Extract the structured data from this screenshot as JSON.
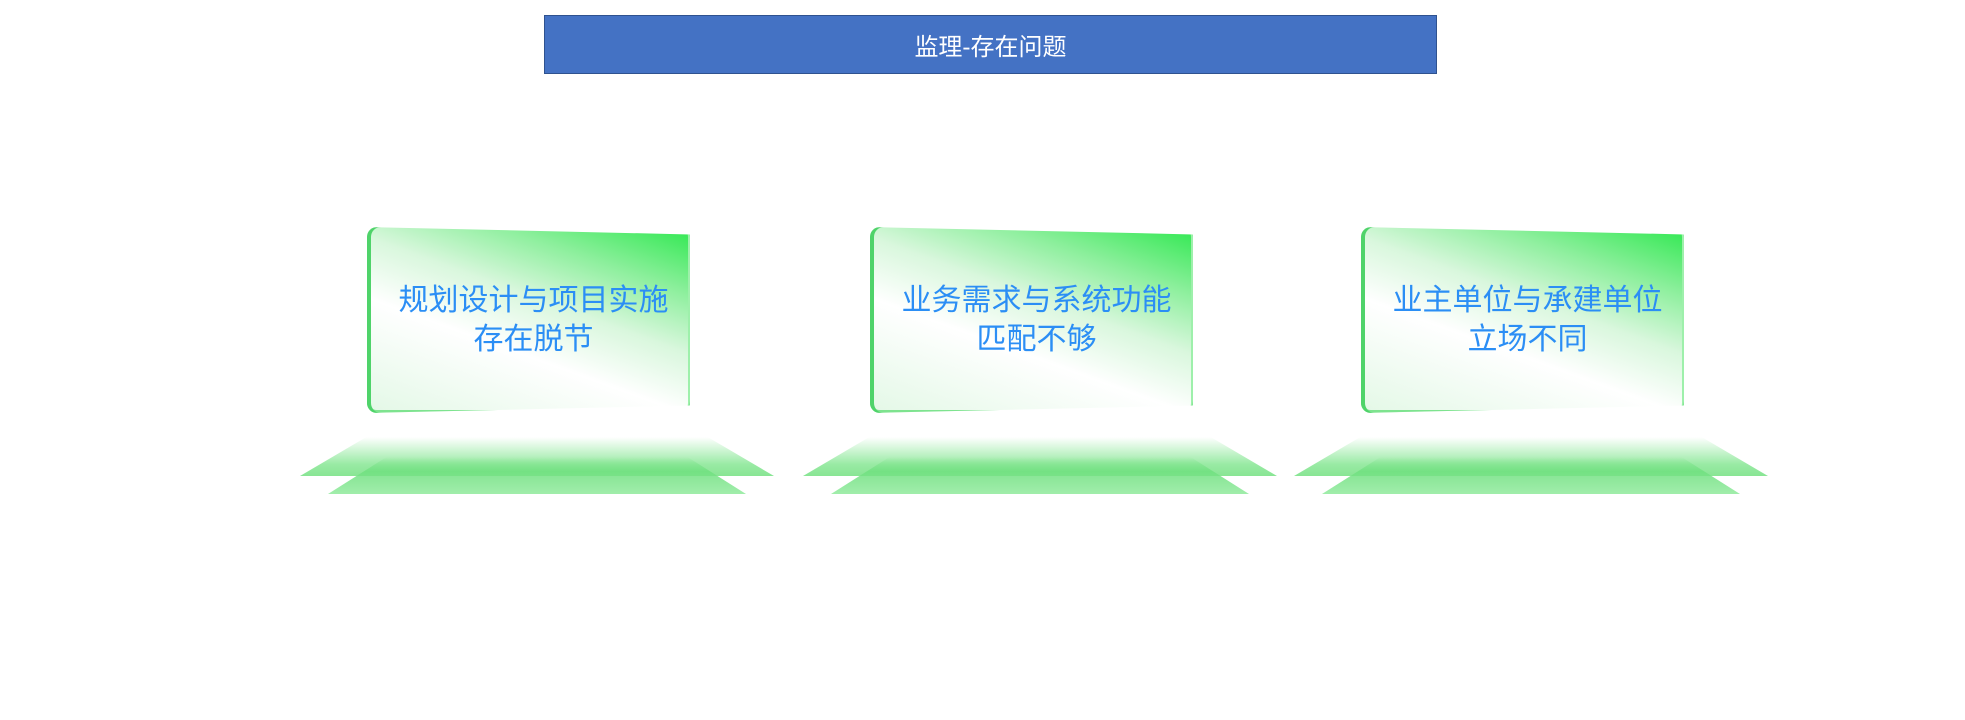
{
  "title": "监理-存在问题",
  "cards": [
    {
      "line1": "规划设计与项目实施",
      "line2": "存在脱节"
    },
    {
      "line1": "业务需求与系统功能",
      "line2": "匹配不够"
    },
    {
      "line1": "业主单位与承建单位",
      "line2": "立场不同"
    }
  ]
}
